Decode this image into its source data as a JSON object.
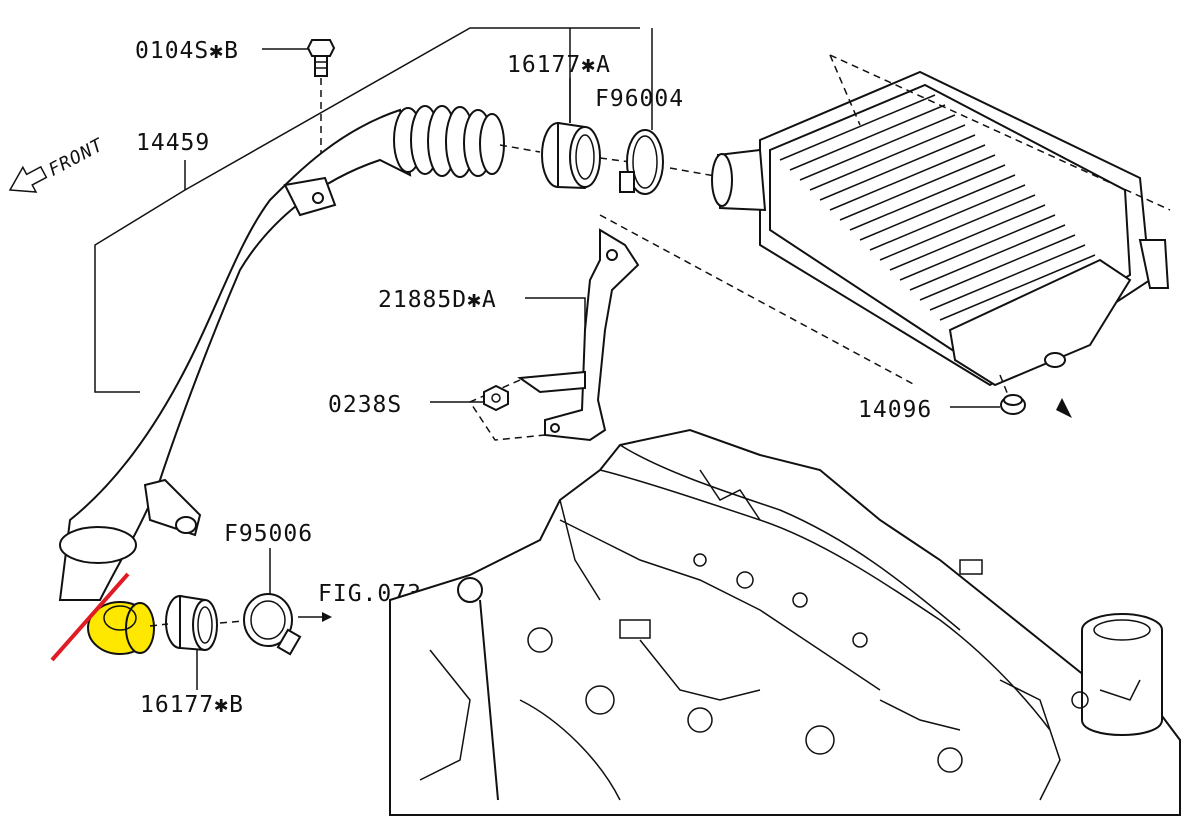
{
  "labels": {
    "bolt": "0104S✱B",
    "front": "FRONT",
    "hose_main": "14459",
    "coupler_a": "16177✱A",
    "clamp_a": "F96004",
    "bracket": "21885D✱A",
    "nut": "0238S",
    "grommet": "14096",
    "clamp_b": "F95006",
    "fig_ref": "FIG.073",
    "coupler_b": "16177✱B"
  },
  "colors": {
    "highlight_fill": "#ffe800",
    "strike_line": "#e01b24",
    "line": "#111111"
  }
}
